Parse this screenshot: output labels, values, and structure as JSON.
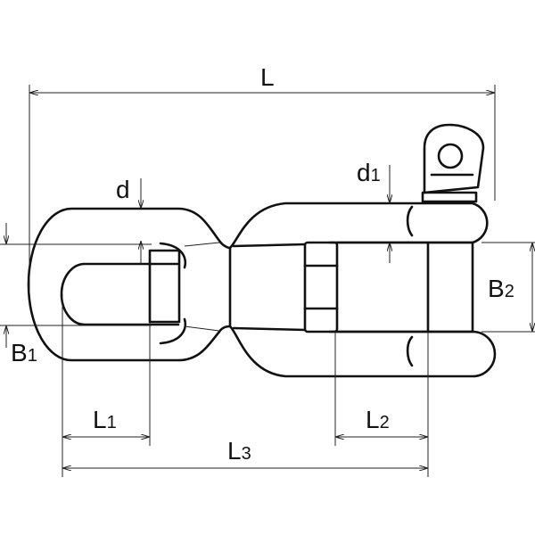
{
  "labels": {
    "L": {
      "main": "L",
      "sub": ""
    },
    "d": {
      "main": "d",
      "sub": ""
    },
    "d1": {
      "main": "d",
      "sub": "1"
    },
    "B1": {
      "main": "B",
      "sub": "1"
    },
    "B2": {
      "main": "B",
      "sub": "2"
    },
    "L1": {
      "main": "L",
      "sub": "1"
    },
    "L2": {
      "main": "L",
      "sub": "2"
    },
    "L3": {
      "main": "L",
      "sub": "3"
    }
  },
  "colors": {
    "line": "#111111",
    "background": "#ffffff"
  }
}
